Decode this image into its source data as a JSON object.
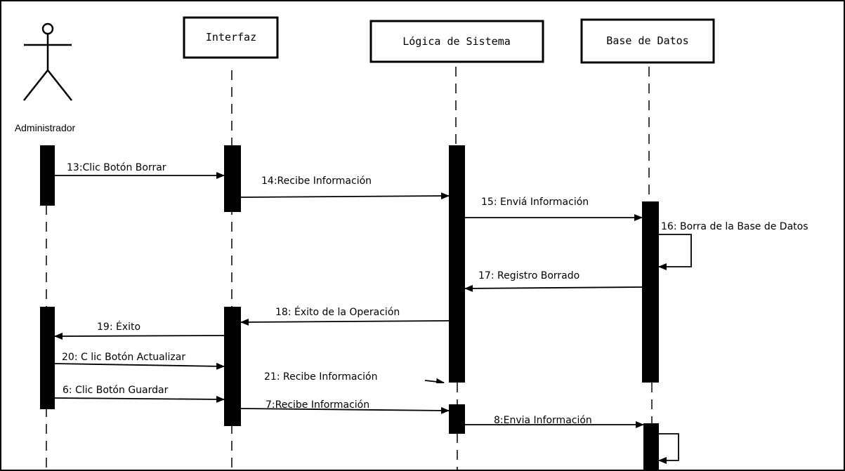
{
  "diagram": {
    "actor": {
      "name": "Administrador"
    },
    "lifelines": [
      {
        "key": "interfaz",
        "label": "Interfaz"
      },
      {
        "key": "logica",
        "label": "Lógica de Sistema"
      },
      {
        "key": "bd",
        "label": "Base de Datos"
      }
    ],
    "messages": [
      {
        "label": "13:Clic Botón Borrar"
      },
      {
        "label": "14:Recibe Información"
      },
      {
        "label": "15: Enviá Información"
      },
      {
        "label": "16: Borra de la Base de Datos"
      },
      {
        "label": "17: Registro Borrado"
      },
      {
        "label": "18: Éxito de la Operación"
      },
      {
        "label": "19: Éxito"
      },
      {
        "label": "20: C lic Botón Actualizar"
      },
      {
        "label": "21: Recibe Información"
      },
      {
        "label": "6: Clic Botón Guardar"
      },
      {
        "label": "7:Recibe Información"
      },
      {
        "label": "8:Envia Información"
      }
    ]
  }
}
